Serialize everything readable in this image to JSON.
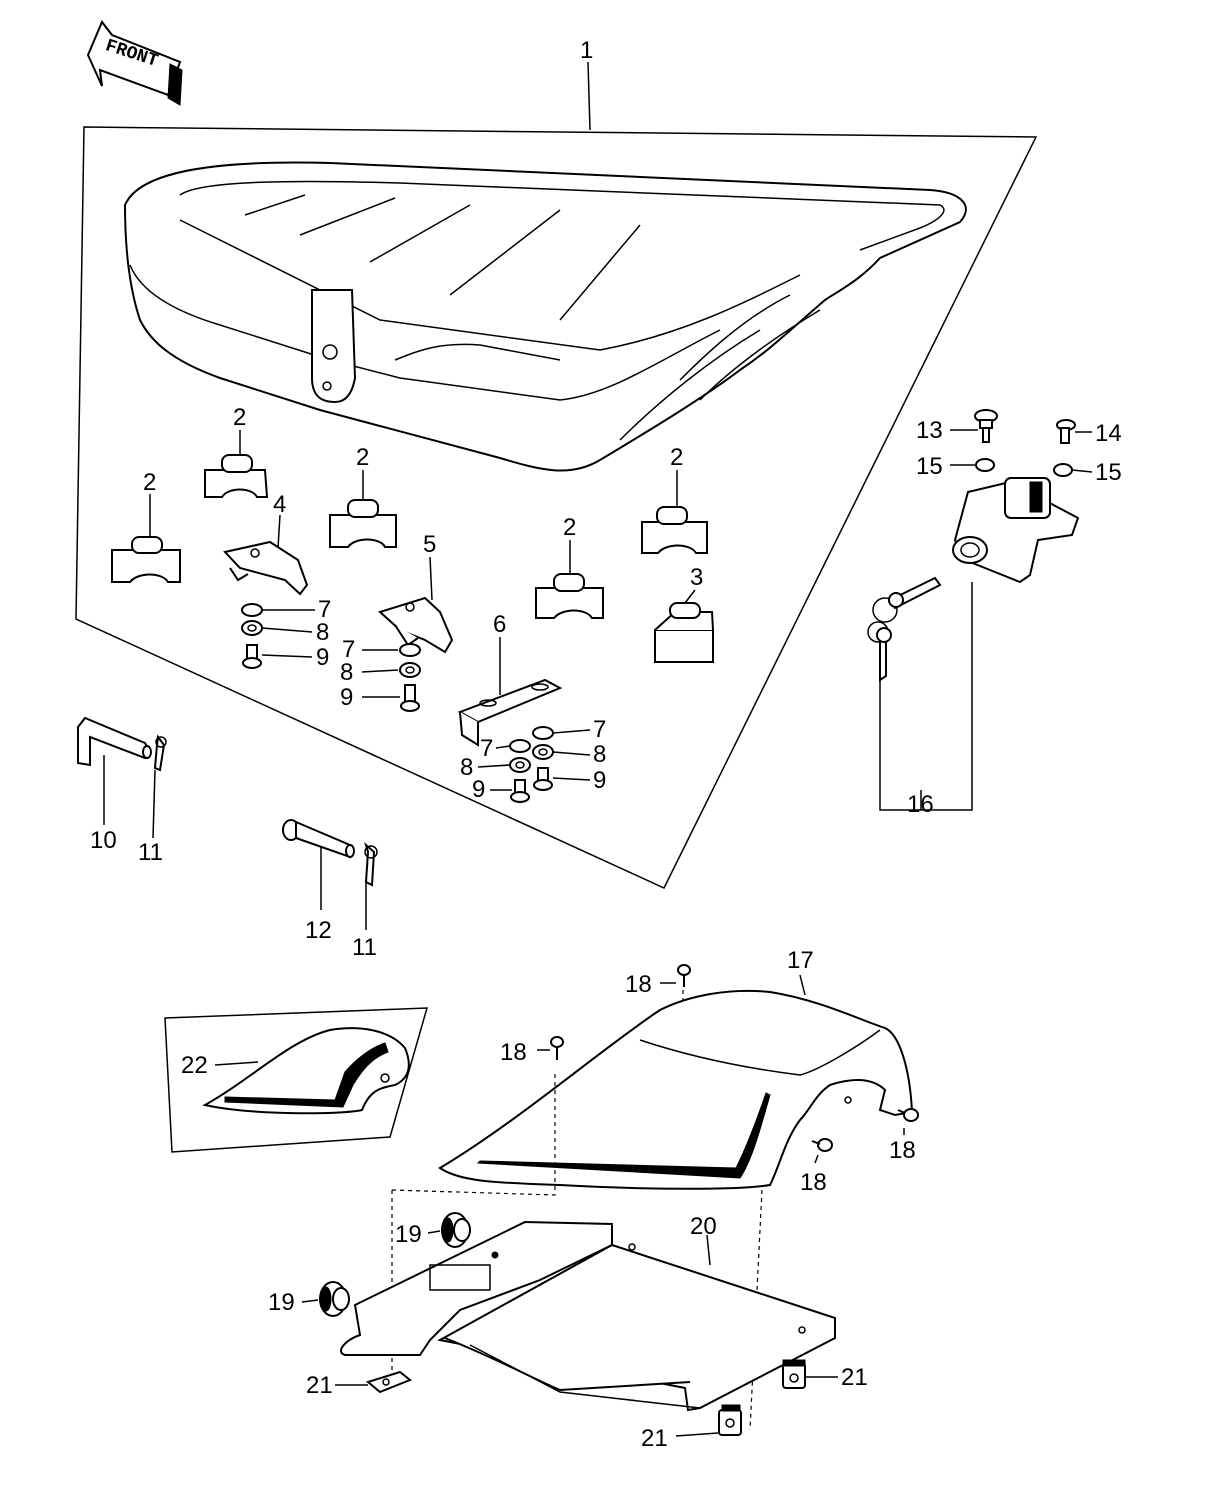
{
  "front_label": "FRONT",
  "callouts": {
    "p1": "1",
    "p2": "2",
    "p3": "3",
    "p4": "4",
    "p5": "5",
    "p6": "6",
    "p7": "7",
    "p8": "8",
    "p9": "9",
    "p10": "10",
    "p11": "11",
    "p12": "12",
    "p13": "13",
    "p14": "14",
    "p15": "15",
    "p16": "16",
    "p17": "17",
    "p18": "18",
    "p19": "19",
    "p20": "20",
    "p21": "21",
    "p22": "22"
  }
}
